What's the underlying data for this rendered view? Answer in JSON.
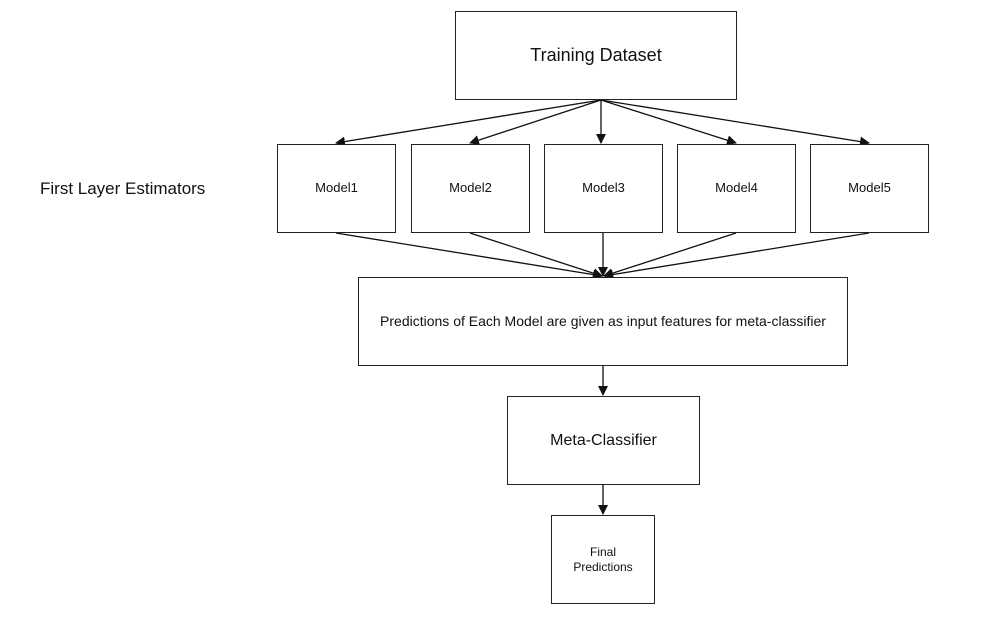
{
  "diagram": {
    "training_dataset": "Training Dataset",
    "first_layer_label": "First Layer Estimators",
    "models": [
      "Model1",
      "Model2",
      "Model3",
      "Model4",
      "Model5"
    ],
    "predictions_box": "Predictions of Each Model are given as input features for meta-classifier",
    "meta_classifier": "Meta-Classifier",
    "final_predictions": "Final\nPredictions"
  }
}
